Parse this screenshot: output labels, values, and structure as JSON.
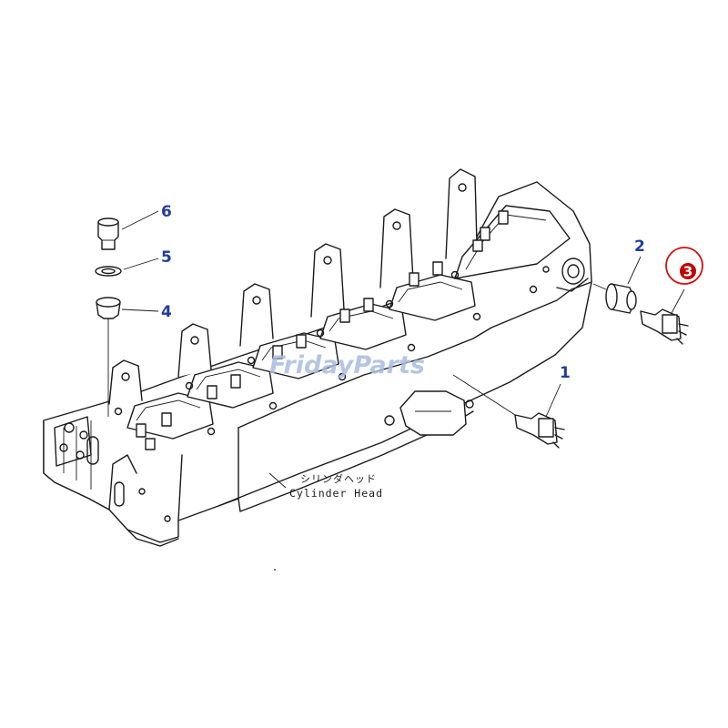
{
  "part_name_jp": "シリンダヘッド",
  "part_name_en": "Cylinder Head",
  "watermark": "FridayParts",
  "callouts": [
    {
      "id": "1",
      "highlighted": false
    },
    {
      "id": "2",
      "highlighted": false
    },
    {
      "id": "3",
      "highlighted": true
    },
    {
      "id": "4",
      "highlighted": false
    },
    {
      "id": "5",
      "highlighted": false
    },
    {
      "id": "6",
      "highlighted": false
    }
  ],
  "colors": {
    "callout_text": "#1f3c9e",
    "highlight_circle": "#d01010",
    "highlight_fill": "#c00000",
    "line_art": "#1a1a1a",
    "watermark": "#a9bde0"
  }
}
